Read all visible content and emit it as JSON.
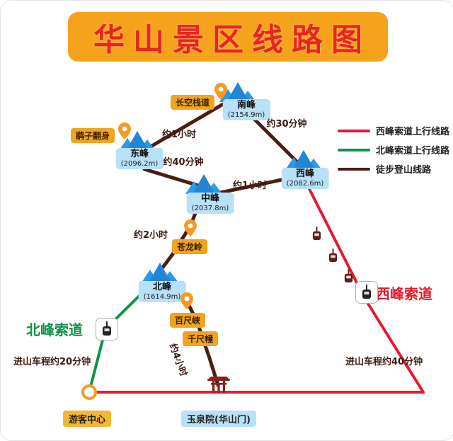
{
  "title": "华山景区线路图",
  "legend": [
    {
      "label": "西峰索道上行线路",
      "color": "#e8192c"
    },
    {
      "label": "北峰索道上行线路",
      "color": "#0f9347"
    },
    {
      "label": "徒步登山线路",
      "color": "#4a1d15"
    }
  ],
  "peaks": {
    "south": {
      "name": "南峰",
      "elevation": "(2154.9m)"
    },
    "east": {
      "name": "东峰",
      "elevation": "(2096.2m)"
    },
    "west": {
      "name": "西峰",
      "elevation": "(2082.6m)"
    },
    "middle": {
      "name": "中峰",
      "elevation": "(2037.8m)"
    },
    "north": {
      "name": "北峰",
      "elevation": "(1614.9m)"
    }
  },
  "spots": {
    "changkong": "长空栈道",
    "yaozi": "鹞子翻身",
    "canglong": "苍龙岭",
    "baichi": "百尺峡",
    "qianchi": "千尺幢"
  },
  "durations": {
    "east_south": "约1小时",
    "south_west": "约30分钟",
    "east_middle": "约40分钟",
    "middle_west": "约1小时",
    "middle_north": "约2小时",
    "north_gate": "约4小时"
  },
  "stations": {
    "north_cableway": "北峰索道",
    "west_cableway": "西峰索道"
  },
  "notes": {
    "left_drive": "进山车程约20分钟",
    "right_drive": "进山车程约40分钟"
  },
  "bottom": {
    "visitor_center": "游客中心",
    "gate": "玉泉院(华山门)"
  },
  "colors": {
    "title_bg": "#f5a31d",
    "title_text": "#e8251f",
    "west_route": "#e8192c",
    "north_route": "#0f9347",
    "hike_route": "#4a1d15",
    "peak_label_bg": "#b8e0f7",
    "spot_label_bg": "#f0a420",
    "mountain_blue": "#2b98e8",
    "pin_orange": "#f59a23"
  }
}
